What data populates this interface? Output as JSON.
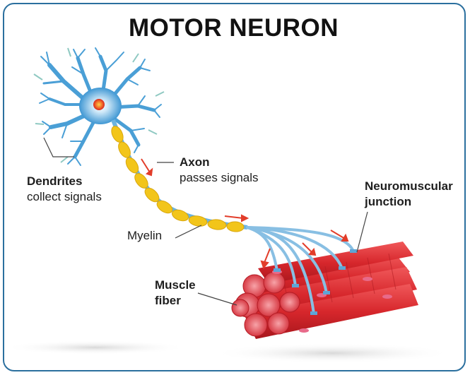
{
  "title": "MOTOR NEURON",
  "labels": {
    "dendrites_title": "Dendrites",
    "dendrites_desc": "collect signals",
    "axon_title": "Axon",
    "axon_desc": "passes signals",
    "myelin": "Myelin",
    "nmj_line1": "Neuromuscular",
    "nmj_line2": "junction",
    "muscle_line1": "Muscle",
    "muscle_line2": "fiber"
  },
  "colors": {
    "frame_border": "#2b6f9e",
    "neuron_body": "#4a9fd6",
    "nucleus": "#e03a24",
    "myelin": "#f2c51a",
    "muscle": "#d7272c",
    "signal_arrow": "#e23d2a"
  }
}
